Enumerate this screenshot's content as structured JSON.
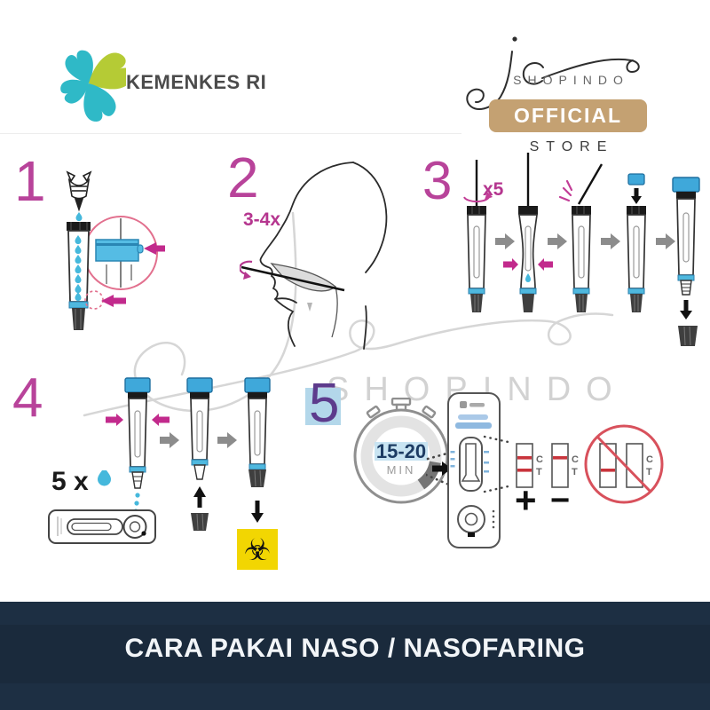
{
  "header": {
    "kemenkes": {
      "label": "KEMENKES RI"
    },
    "store_logo": {
      "name": "SHOPINDO",
      "official_badge": "OFFICIAL",
      "store_label": "STORE"
    }
  },
  "watermark": {
    "name": "SHOPINDO"
  },
  "steps": {
    "step1": {
      "number": "1"
    },
    "step2": {
      "number": "2",
      "rotations_note": "3-4x"
    },
    "step3": {
      "number": "3",
      "rotations_note": "x5"
    },
    "step4": {
      "number": "4",
      "drops_note": "5 x"
    },
    "step5": {
      "number": "5",
      "timer_value": "15-20",
      "timer_unit": "MIN"
    }
  },
  "results": {
    "c_label": "C",
    "t_label": "T",
    "positive_sign": "+",
    "negative_sign": "−"
  },
  "icons": {
    "biohazard": "☣"
  },
  "footer": {
    "title": "CARA PAKAI NASO / NASOFARING"
  },
  "colors": {
    "magenta": "#b8439a",
    "purple": "#5d3b8c",
    "teal": "#2fb9c7",
    "lime": "#b5cb35",
    "tan": "#c4a172",
    "navy": "#1d2f43",
    "cap_blue": "#3fa8da",
    "drop_cyan": "#45b8dc",
    "result_red": "#c9343c",
    "biohazard_yellow": "#f2d602"
  }
}
